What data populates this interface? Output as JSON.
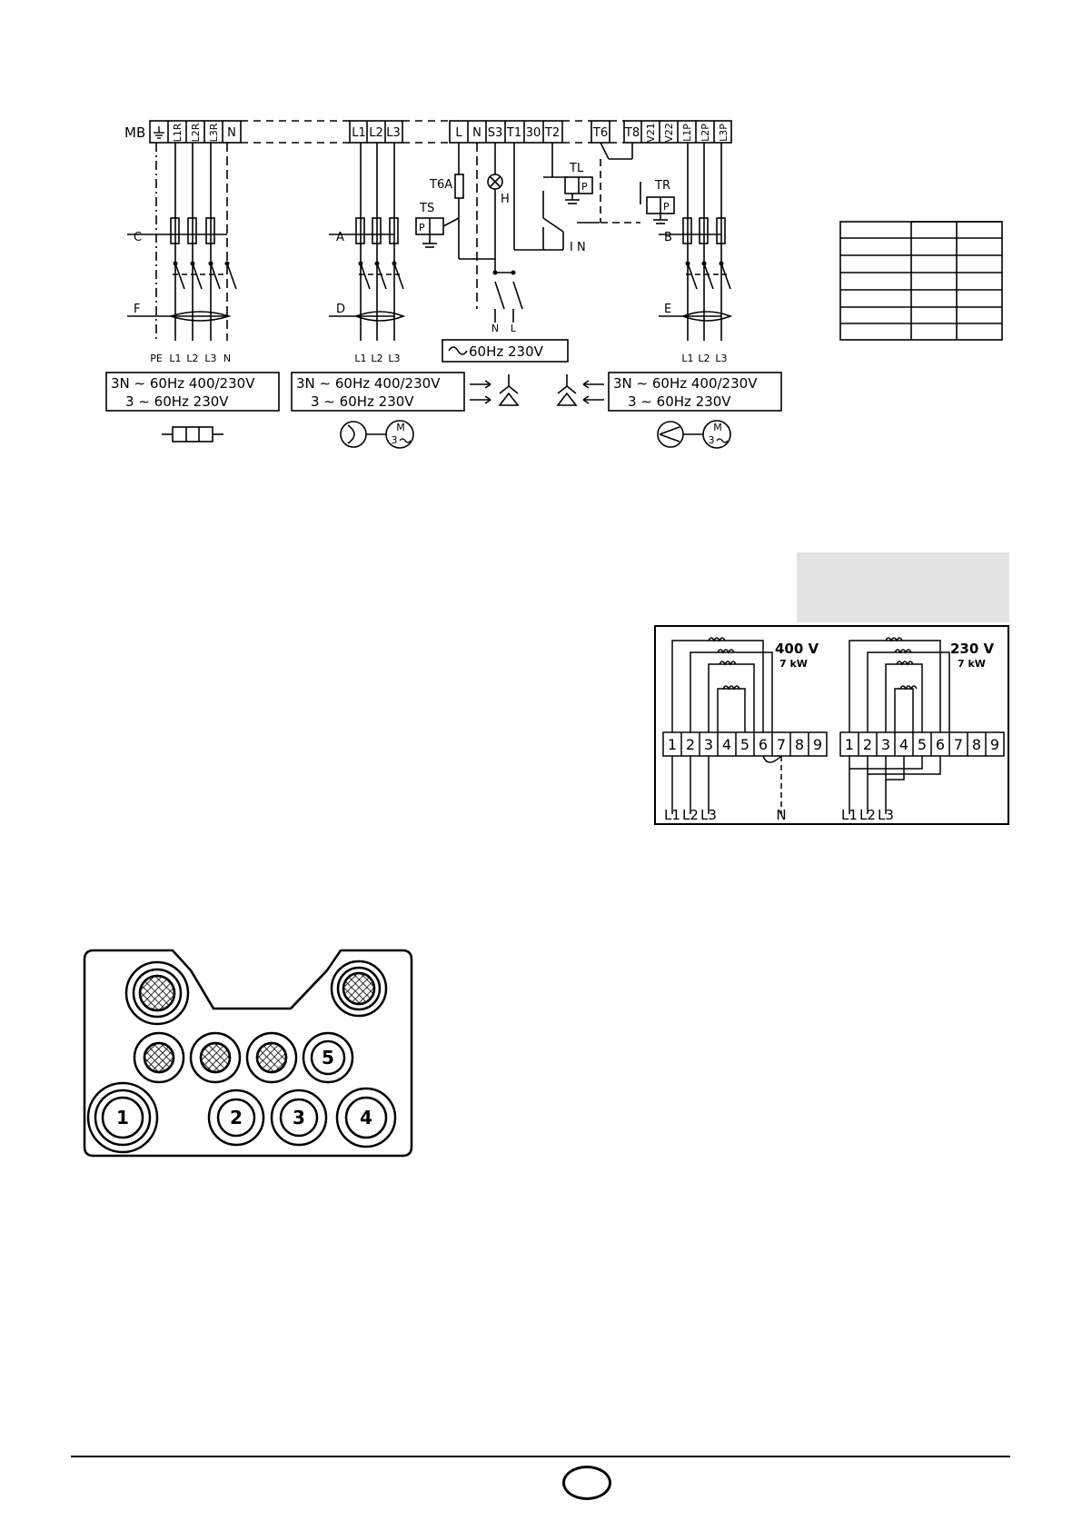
{
  "wiring": {
    "mb_label": "MB",
    "terminals_left": [
      "L1R",
      "L2R",
      "L3R",
      "N"
    ],
    "terminals_mid": [
      "L1",
      "L2",
      "L3"
    ],
    "terminals_ctrl": [
      "L",
      "N",
      "S3",
      "T1",
      "30",
      "T2"
    ],
    "terminals_right_a": [
      "T6"
    ],
    "terminals_right_b": [
      "T8",
      "V21",
      "V22",
      "L1P",
      "L2P",
      "L3P"
    ],
    "fuse_labels": {
      "c": "C",
      "a": "A",
      "b": "B"
    },
    "switch_labels": {
      "f": "F",
      "d": "D",
      "e": "E"
    },
    "components": {
      "t6a": "T6A",
      "h": "H",
      "ts": "TS",
      "tl": "TL",
      "tr": "TR",
      "in": "I N",
      "p": "P"
    },
    "bottom_left_labels": [
      "PE",
      "L1",
      "L2",
      "L3",
      "N"
    ],
    "bottom_mid_labels": [
      "L1",
      "L2",
      "L3"
    ],
    "bottom_right_labels": [
      "L1",
      "L2",
      "L3"
    ],
    "ctrl_bottom_labels": [
      "N",
      "L"
    ],
    "ctrl_supply": "60Hz  230V",
    "supply_left": {
      "line1": "3N ∼ 60Hz  400/230V",
      "line2": "3 ∼ 60Hz  230V"
    },
    "supply_mid": {
      "line1": "3N ∼ 60Hz  400/230V",
      "line2": "3 ∼ 60Hz  230V"
    },
    "supply_right": {
      "line1": "3N ∼ 60Hz  400/230V",
      "line2": "3 ∼ 60Hz  230V"
    },
    "motor_symbol": "M",
    "motor_phase": "3"
  },
  "heater": {
    "left": {
      "voltage": "400 V",
      "power": "7 kW",
      "wires": [
        "L1",
        "L2",
        "L3",
        "N"
      ]
    },
    "right": {
      "voltage": "230 V",
      "power": "7 kW",
      "wires": [
        "L1",
        "L2",
        "L3"
      ]
    },
    "terminals": [
      "1",
      "2",
      "3",
      "4",
      "5",
      "6",
      "7",
      "8",
      "9"
    ]
  },
  "glands": {
    "numbers": [
      "1",
      "2",
      "3",
      "4",
      "5"
    ]
  }
}
